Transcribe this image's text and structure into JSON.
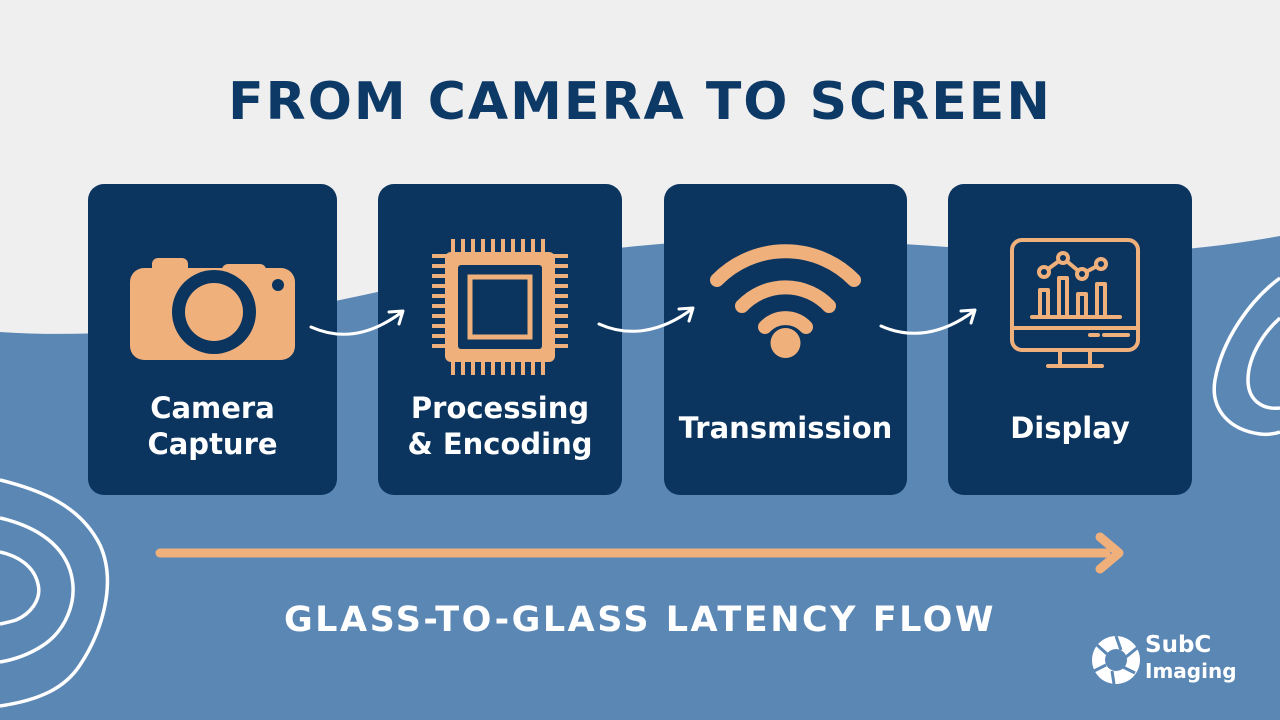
{
  "title": "FROM CAMERA TO SCREEN",
  "stages": [
    {
      "label": "Camera\nCapture",
      "icon": "camera-icon"
    },
    {
      "label": "Processing\n& Encoding",
      "icon": "cpu-chip-icon"
    },
    {
      "label": "Transmission",
      "icon": "wifi-icon"
    },
    {
      "label": "Display",
      "icon": "monitor-chart-icon"
    }
  ],
  "footer": "GLASS-TO-GLASS LATENCY FLOW",
  "logo": {
    "line1": "SubC",
    "line2": "Imaging",
    "icon": "aperture-icon"
  },
  "colors": {
    "background_light": "#efefef",
    "background_wave": "#5b87b5",
    "card": "#0b355f",
    "title": "#0d3966",
    "accent": "#efb07c",
    "white": "#ffffff"
  }
}
